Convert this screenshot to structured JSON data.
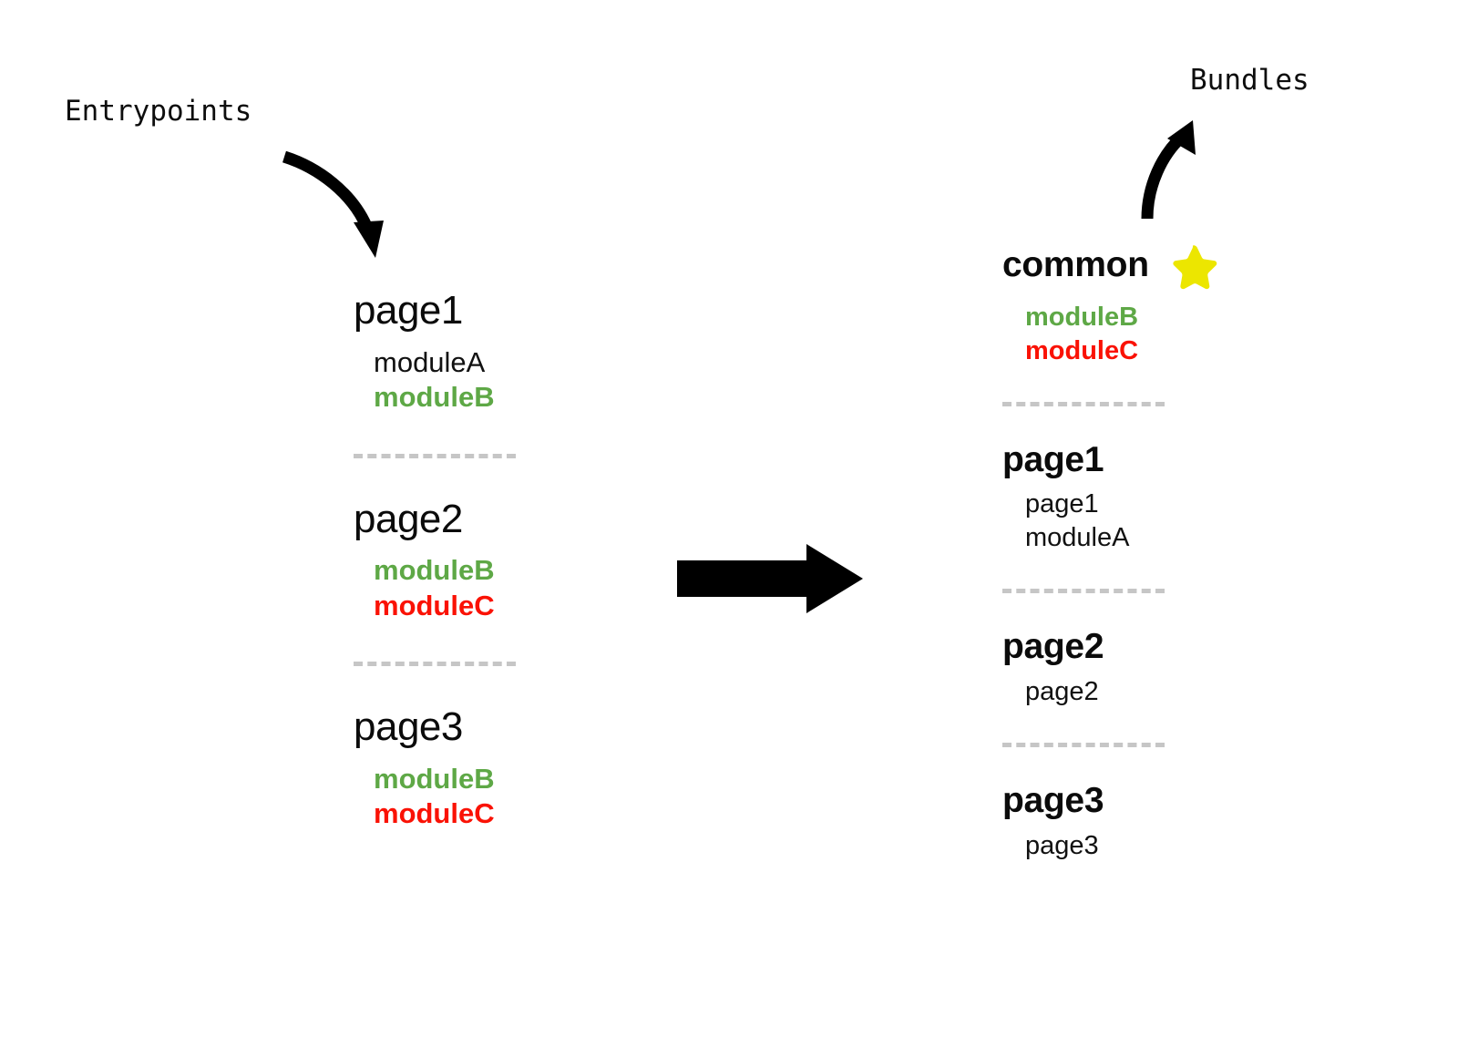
{
  "diagram": {
    "title_left": "Entrypoints",
    "title_right": "Bundles",
    "colors": {
      "green": "#5ea846",
      "red": "#fa1205",
      "star_yellow": "#ece600",
      "divider_gray": "#c6c6c6",
      "text_black": "#0b0b0b",
      "background": "#ffffff"
    },
    "arrows": {
      "entrypoints_label_arrow": "curved-arrow-down-right",
      "bundles_label_arrow": "curved-arrow-up-right",
      "transform_arrow": "thick-arrow-right"
    }
  },
  "entrypoints": {
    "label": "Entrypoints",
    "groups": [
      {
        "name": "page1",
        "star": false,
        "modules": [
          {
            "text": "moduleA",
            "style": "plain"
          },
          {
            "text": "moduleB",
            "style": "green"
          }
        ]
      },
      {
        "name": "page2",
        "star": false,
        "modules": [
          {
            "text": "moduleB",
            "style": "green"
          },
          {
            "text": "moduleC",
            "style": "red"
          }
        ]
      },
      {
        "name": "page3",
        "star": false,
        "modules": [
          {
            "text": "moduleB",
            "style": "green"
          },
          {
            "text": "moduleC",
            "style": "red"
          }
        ]
      }
    ]
  },
  "bundles": {
    "label": "Bundles",
    "groups": [
      {
        "name": "common",
        "star": true,
        "star_icon": "star-icon",
        "modules": [
          {
            "text": "moduleB",
            "style": "green"
          },
          {
            "text": "moduleC",
            "style": "red"
          }
        ]
      },
      {
        "name": "page1",
        "star": false,
        "modules": [
          {
            "text": "page1",
            "style": "plain"
          },
          {
            "text": "moduleA",
            "style": "plain"
          }
        ]
      },
      {
        "name": "page2",
        "star": false,
        "modules": [
          {
            "text": "page2",
            "style": "plain"
          }
        ]
      },
      {
        "name": "page3",
        "star": false,
        "modules": [
          {
            "text": "page3",
            "style": "plain"
          }
        ]
      }
    ]
  }
}
